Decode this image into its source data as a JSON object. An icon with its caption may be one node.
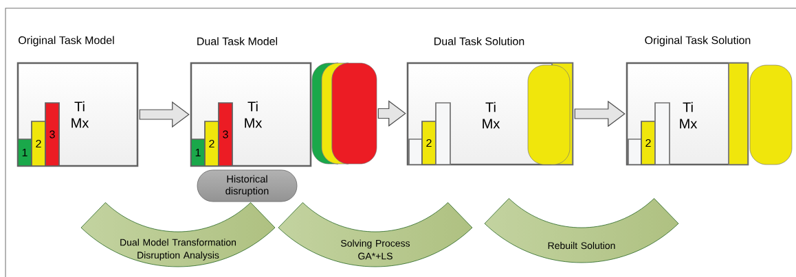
{
  "diagram": {
    "nodes": [
      {
        "text": [
          "Original Task Model",
          "Ti Mx"
        ]
      },
      {
        "text": [
          "1"
        ],
        "in": 0
      },
      {
        "text": [
          "2"
        ],
        "in": 0
      },
      {
        "text": [
          "3"
        ],
        "in": 0
      },
      {
        "text": [
          "Dual Task Model",
          "Ti Mx"
        ]
      },
      {
        "text": [
          "1"
        ],
        "in": 4
      },
      {
        "text": [
          "2"
        ],
        "in": 4
      },
      {
        "text": [
          "3"
        ],
        "in": 4
      },
      {
        "text": [],
        "shape": "box"
      },
      {
        "text": [],
        "shape": "box"
      },
      {
        "text": [],
        "shape": "box"
      },
      {
        "text": [
          "Historical disruption"
        ]
      },
      {
        "text": [
          "Dual Task Solution",
          "Ti Mx"
        ]
      },
      {
        "text": [],
        "shape": "bar",
        "in": 12
      },
      {
        "text": [
          "2"
        ],
        "in": 12
      },
      {
        "text": [],
        "shape": "bar",
        "in": 12
      },
      {
        "text": [],
        "shape": "bar",
        "in": 12
      },
      {
        "text": [],
        "shape": "box",
        "in": 12
      },
      {
        "text": [
          "Original Task Solution",
          "Ti Mx"
        ]
      },
      {
        "text": [],
        "shape": "bar",
        "in": 18
      },
      {
        "text": [
          "2"
        ],
        "in": 18
      },
      {
        "text": [],
        "shape": "bar",
        "in": 18
      },
      {
        "text": [],
        "shape": "bar",
        "in": 18
      },
      {
        "text": [],
        "shape": "box"
      },
      {
        "text": [
          "Dual Model Transformation Disruption Analysis"
        ]
      },
      {
        "text": [
          "Solving Process GA*+LS"
        ]
      },
      {
        "text": [
          "Rebuilt Solution"
        ]
      }
    ],
    "edges": [
      {
        "from": 0,
        "to": 4,
        "arrow": "to"
      },
      {
        "from": 10,
        "to": 12,
        "arrow": "to"
      },
      {
        "from": 12,
        "to": 18,
        "arrow": "to"
      }
    ]
  }
}
